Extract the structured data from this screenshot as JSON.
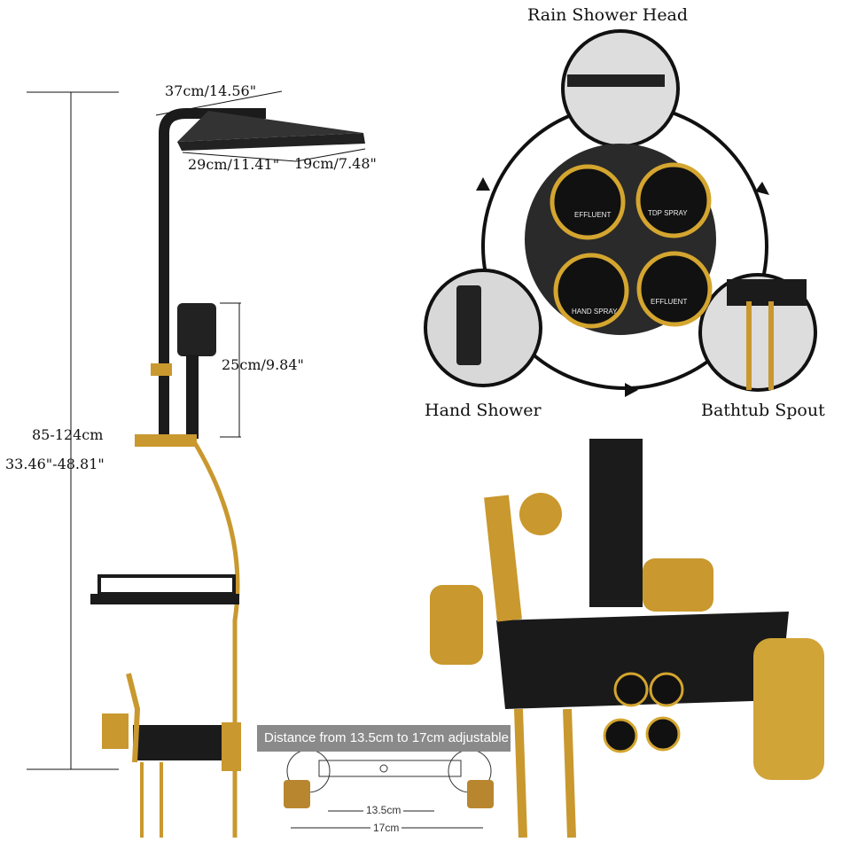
{
  "labels": {
    "rain_shower_head": "Rain Shower Head",
    "hand_shower": "Hand Shower",
    "bathtub_spout": "Bathtub Spout"
  },
  "dimensions": {
    "head_arm": "37cm/14.56\"",
    "head_width": "29cm/11.41\"",
    "head_depth": "19cm/7.48\"",
    "hand_shower": "25cm/9.84\"",
    "height_cm": "85-124cm",
    "height_in": "33.46\"-48.81\""
  },
  "buttons": [
    "EFFLUENT",
    "TDP SPRAY",
    "HAND SPRAY",
    "EFFLUENT"
  ],
  "adjust": {
    "banner": "Distance from 13.5cm to 17cm adjustable",
    "min": "13.5cm",
    "max": "17cm"
  },
  "colors": {
    "gold": "#c9982e",
    "black": "#1b1b1b"
  }
}
